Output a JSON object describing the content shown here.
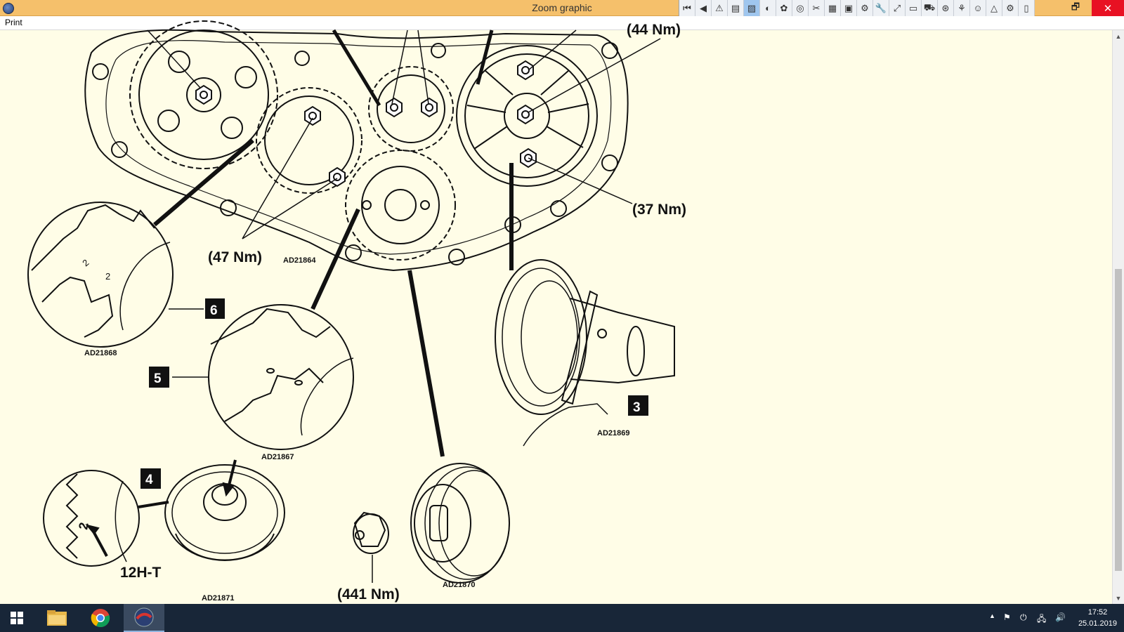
{
  "window": {
    "title": "Zoom graphic",
    "restore_glyph": "🗗",
    "close_glyph": "✕"
  },
  "toolbar": {
    "icons": [
      {
        "name": "first-icon",
        "glyph": "⏮"
      },
      {
        "name": "prev-icon",
        "glyph": "◀"
      },
      {
        "name": "warning-icon",
        "glyph": "⚠"
      },
      {
        "name": "document-icon",
        "glyph": "▤"
      },
      {
        "name": "image-icon",
        "glyph": "▨"
      },
      {
        "name": "component-icon",
        "glyph": "◐"
      },
      {
        "name": "vehicle-icon",
        "glyph": "✿"
      },
      {
        "name": "gauge-icon",
        "glyph": "◎"
      },
      {
        "name": "tools-icon",
        "glyph": "✂"
      },
      {
        "name": "bars-icon",
        "glyph": "▦"
      },
      {
        "name": "terminal-icon",
        "glyph": "▣"
      },
      {
        "name": "engine-icon",
        "glyph": "⚙"
      },
      {
        "name": "wrench-icon",
        "glyph": "🔧"
      },
      {
        "name": "expand-icon",
        "glyph": "⤢"
      },
      {
        "name": "frame-icon",
        "glyph": "▭"
      },
      {
        "name": "car-icon",
        "glyph": "⛟"
      },
      {
        "name": "brake-icon",
        "glyph": "⊛"
      },
      {
        "name": "steering-icon",
        "glyph": "⚘"
      },
      {
        "name": "person-icon",
        "glyph": "☺"
      },
      {
        "name": "triangle-icon",
        "glyph": "△"
      },
      {
        "name": "gear-icon",
        "glyph": "⚙"
      },
      {
        "name": "battery-icon",
        "glyph": "▯"
      }
    ]
  },
  "menu": {
    "print_label": "Print"
  },
  "diagram": {
    "torque_47": "(47 Nm)",
    "torque_37": "(37 Nm)",
    "torque_441": "(441 Nm)",
    "torque_top": "(44 Nm)",
    "ref_main": "AD21864",
    "ref_6": "AD21868",
    "ref_5": "AD21867",
    "ref_3": "AD21869",
    "ref_4": "AD21871",
    "ref_pulley": "AD21870",
    "callout_6": "6",
    "callout_5": "5",
    "callout_3": "3",
    "callout_4": "4",
    "mark_label": "12H-T",
    "mark_2": "2"
  },
  "taskbar": {
    "time": "17:52",
    "date": "25.01.2019",
    "apps": [
      "start-button",
      "file-explorer",
      "chrome",
      "diagnostic-app"
    ]
  },
  "colors": {
    "titlebar": "#f5c06b",
    "canvas": "#fffde7",
    "taskbar": "#182638",
    "close": "#e81123"
  }
}
